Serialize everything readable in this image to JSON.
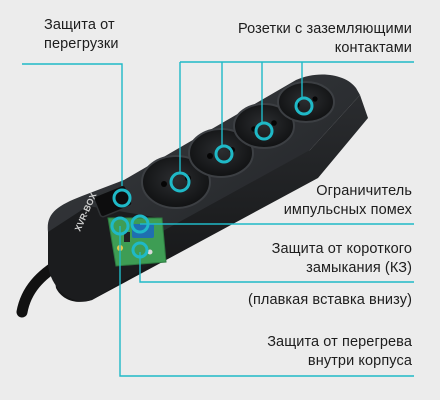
{
  "accent_color": "#1fb9c7",
  "labels": {
    "overload": [
      "Защита от",
      "перегрузки"
    ],
    "grounded_sockets": [
      "Розетки с заземляющими",
      "контактами"
    ],
    "surge_limiter": [
      "Ограничитель",
      "импульсных помех"
    ],
    "short_circuit": [
      "Защита от короткого",
      "замыкания (КЗ)"
    ],
    "fuse_note": "(плавкая вставка внизу)",
    "overheat": [
      "Защита от перегрева",
      "внутри корпуса"
    ]
  },
  "device": {
    "brand_text": "XVR-BOX"
  }
}
